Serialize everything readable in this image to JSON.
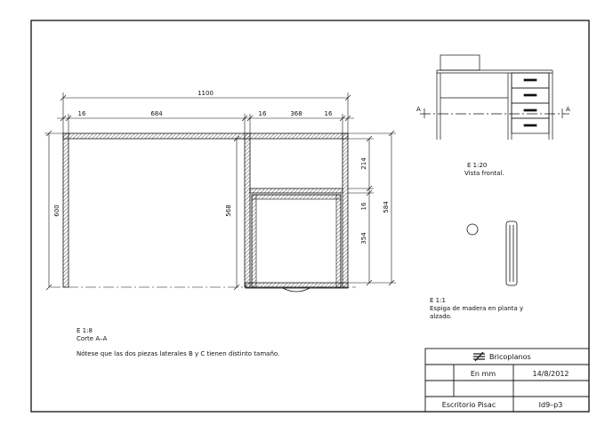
{
  "drawing": {
    "dimensions": {
      "overall_width": "1100",
      "left_side": "16",
      "left_span": "684",
      "mid_side": "16",
      "right_span": "368",
      "right_side": "16",
      "left_height": "600",
      "drawer_height": "568",
      "right_height": "584",
      "gap_top": "214",
      "shelf": "16",
      "gap_bottom": "354"
    },
    "section_notes": {
      "scale": "E 1:8",
      "section": "Corte A–A",
      "remark": "Nótese que las dos piezas laterales B y C tienen distinto tamaño."
    },
    "front_view": {
      "scale": "E 1:20",
      "caption": "Vista frontal.",
      "marker_left": "A",
      "marker_right": "A"
    },
    "dowel_detail": {
      "scale": "E 1:1",
      "caption_line1": "Espiga de madera en planta y",
      "caption_line2": "alzado."
    }
  },
  "title_block": {
    "brand": "Bricoplanos",
    "units": "En mm",
    "date": "14/8/2012",
    "project": "Escritorio Pisac",
    "code": "Id9–p3"
  }
}
